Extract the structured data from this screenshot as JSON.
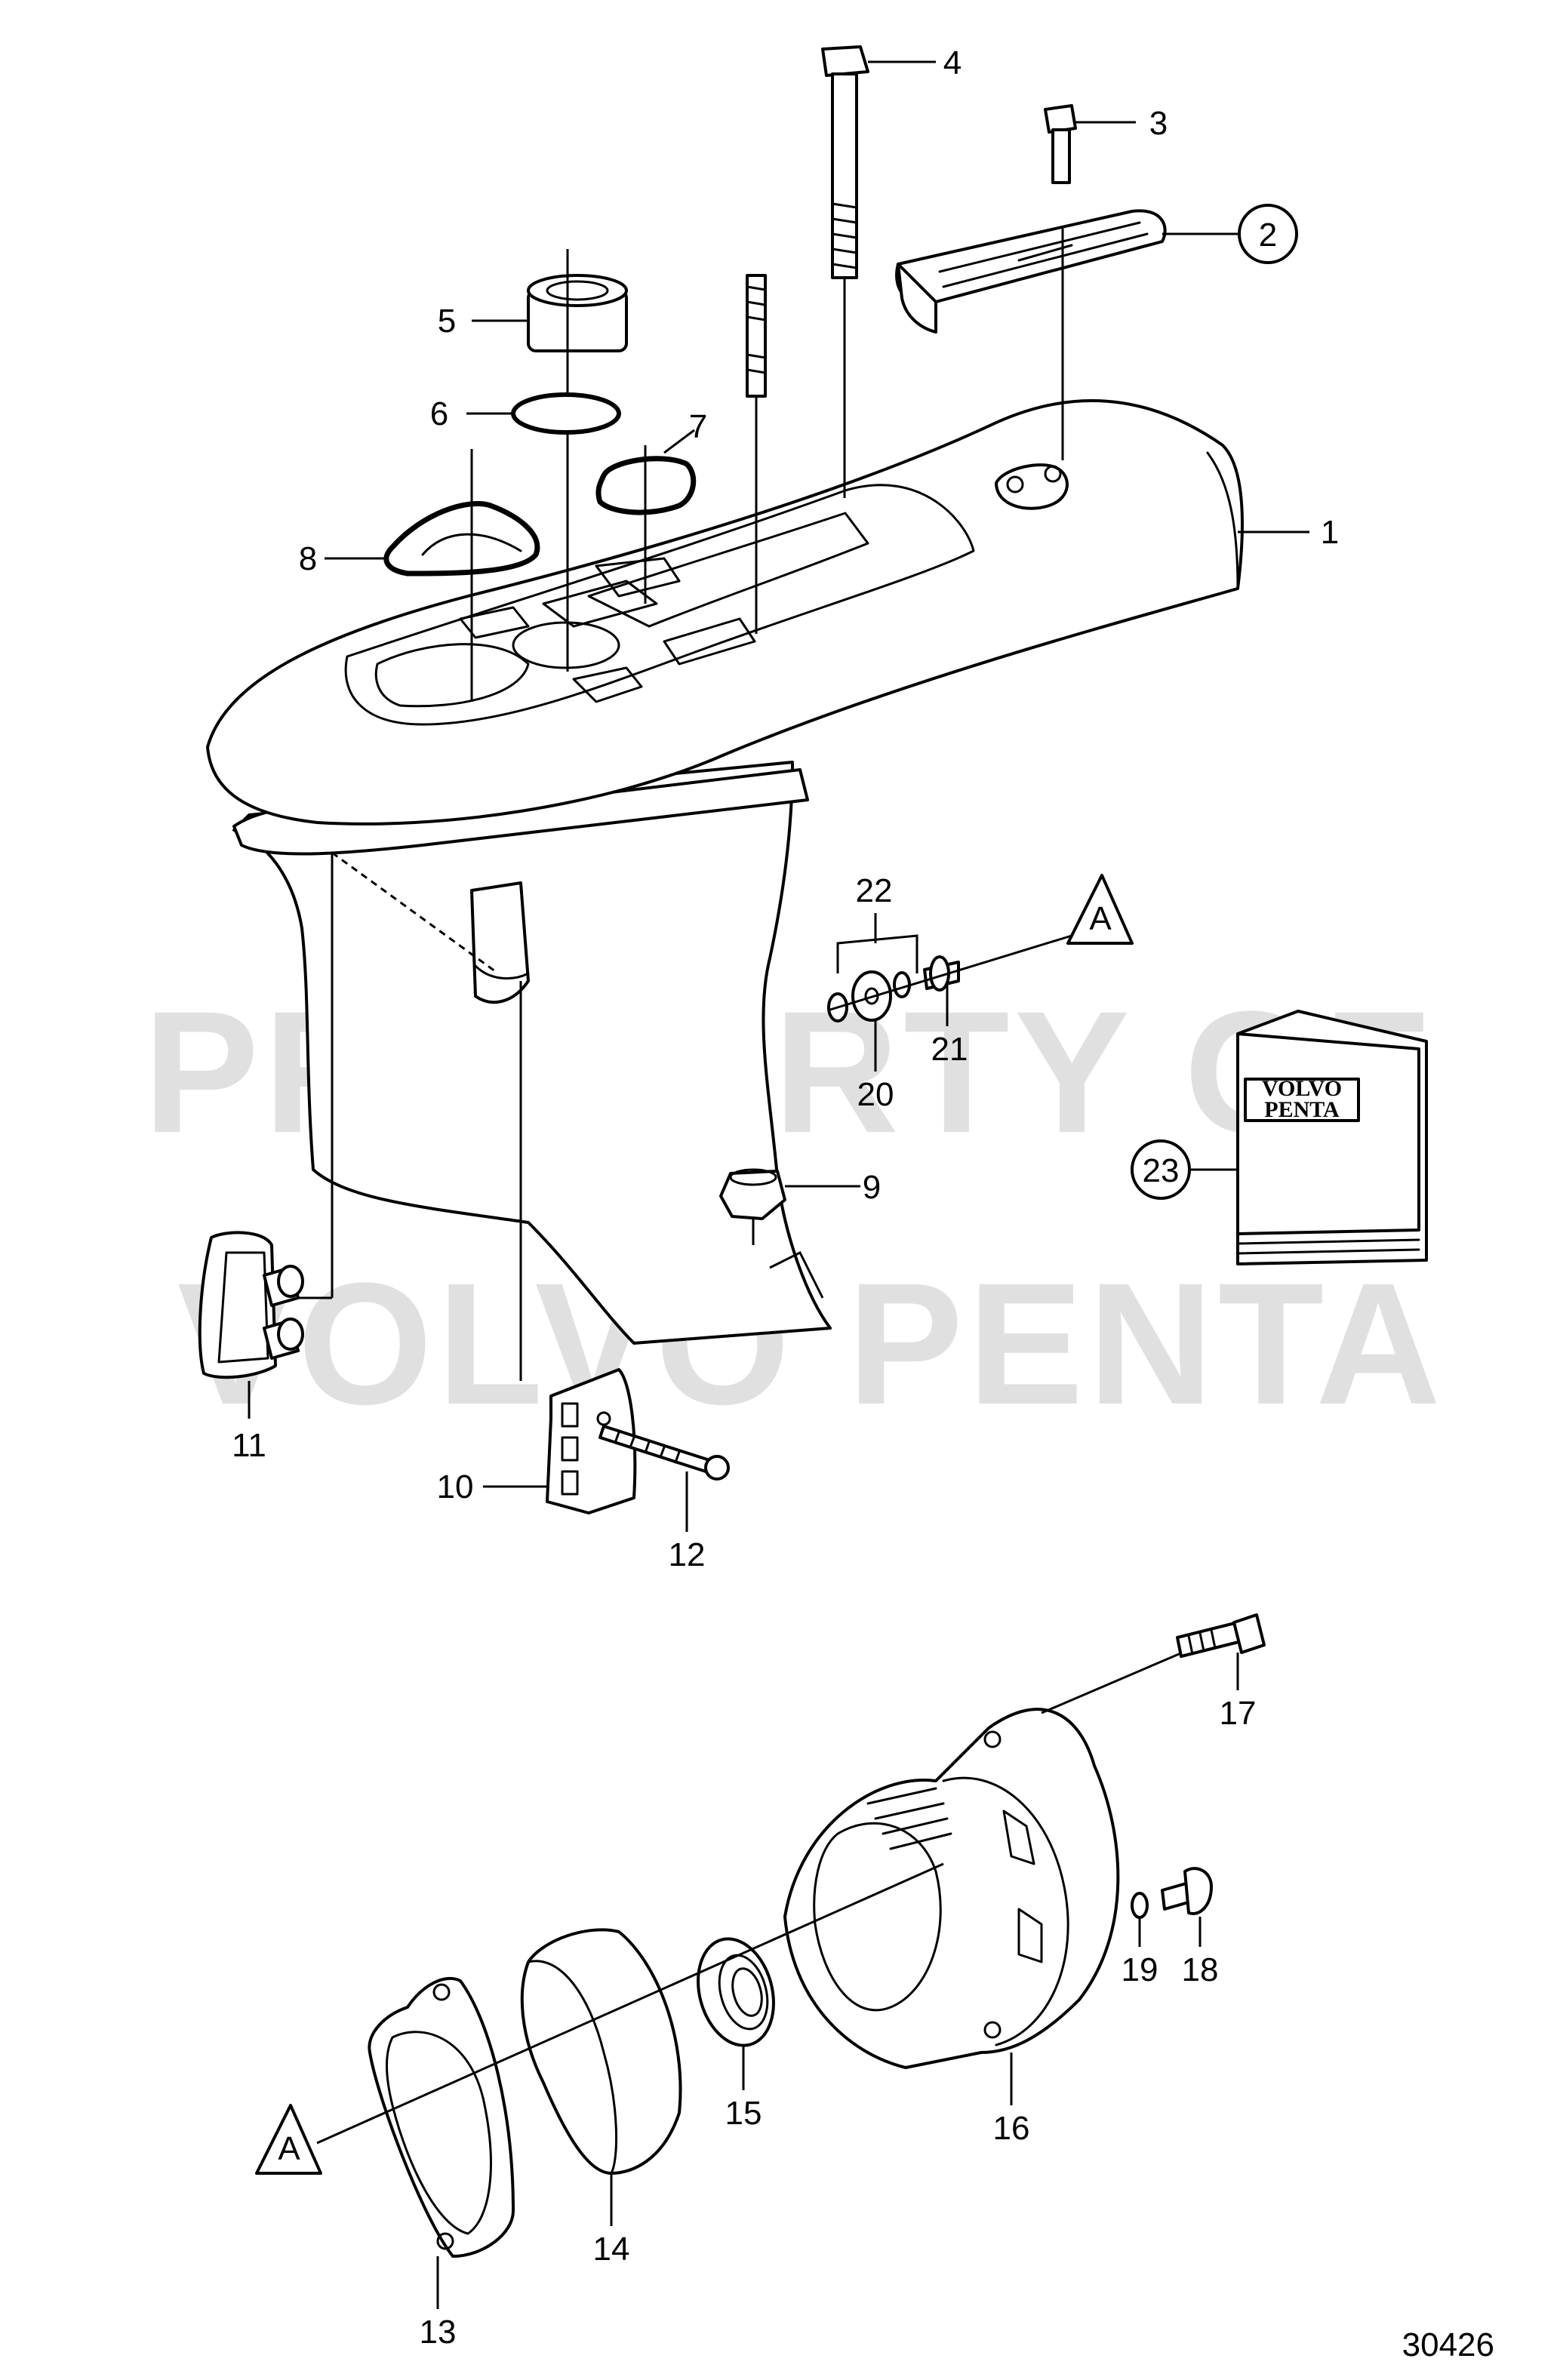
{
  "watermark": {
    "line1": "PROPERTY OF",
    "line2": "VOLVO PENTA"
  },
  "drawing_number": "30426",
  "book": {
    "line1": "VOLVO",
    "line2": "PENTA"
  },
  "callouts": {
    "c1": "1",
    "c2": "2",
    "c3": "3",
    "c4": "4",
    "c5": "5",
    "c6": "6",
    "c7": "7",
    "c8": "8",
    "c9": "9",
    "c10": "10",
    "c11": "11",
    "c12": "12",
    "c13": "13",
    "c14": "14",
    "c15": "15",
    "c16": "16",
    "c17": "17",
    "c18": "18",
    "c19": "19",
    "c20": "20",
    "c21": "21",
    "c22": "22",
    "c23": "23"
  },
  "markers": {
    "a_top": "A",
    "a_bottom": "A"
  }
}
